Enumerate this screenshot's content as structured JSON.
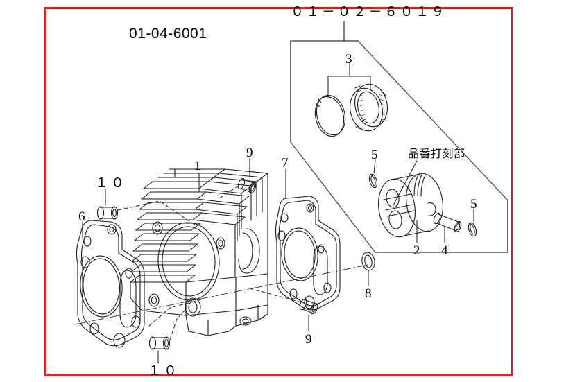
{
  "sheet": {
    "diagram_code": "01-04-6001",
    "top_title": "０１－０２－６０１９",
    "frame_color": "#e02020"
  },
  "inset": {
    "note_label": "品番打刻部"
  },
  "callouts": {
    "cylinder": "1",
    "piston": "2",
    "piston_ring_set": "3",
    "piston_pin": "4",
    "circlip_left": "5",
    "circlip_right": "5",
    "head_gasket": "6",
    "base_gasket": "7",
    "o_ring": "8",
    "dowel_pin_top": "9",
    "dowel_pin_bottom": "9",
    "knock_pin_top": "１０",
    "knock_pin_bottom": "１０"
  }
}
